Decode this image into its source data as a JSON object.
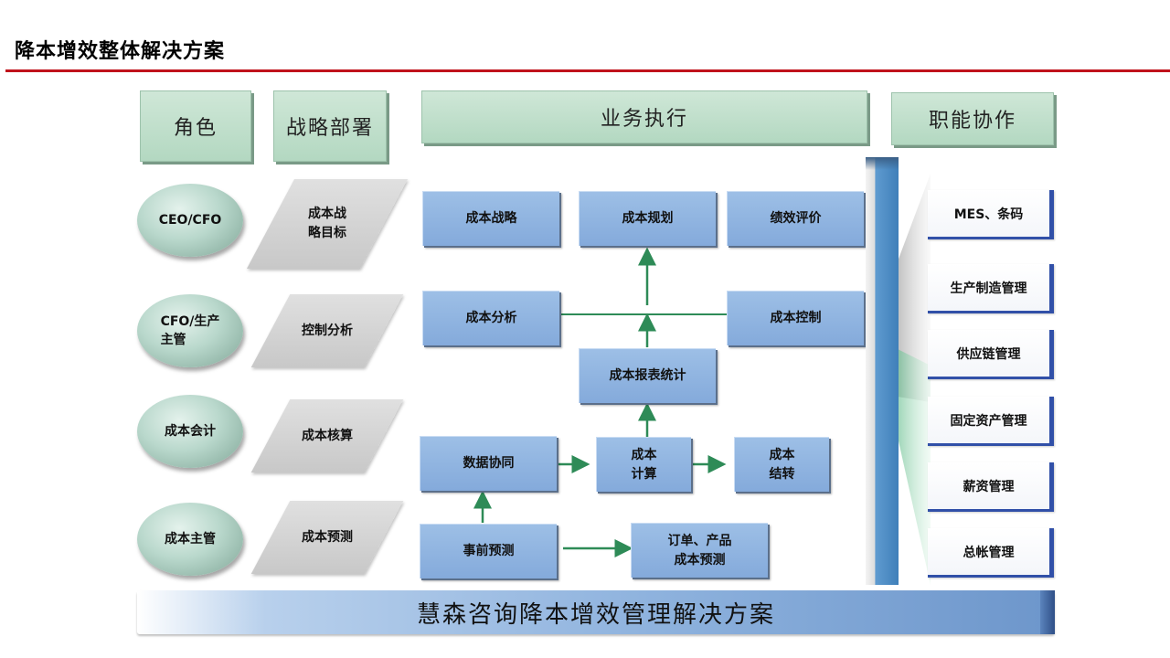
{
  "title": "降本增效整体解决方案",
  "headers": {
    "role": "角色",
    "strategy": "战略部署",
    "execution": "业务执行",
    "function": "职能协作"
  },
  "roles": [
    "CEO/CFO",
    "CFO/生产\n主管",
    "成本会计",
    "成本主管"
  ],
  "strategies": [
    "成本战\n略目标",
    "控制分析",
    "成本核算",
    "成本预测"
  ],
  "business": {
    "strategy": "成本战略",
    "planning": "成本规划",
    "evaluation": "绩效评价",
    "analysis": "成本分析",
    "control": "成本控制",
    "report": "成本报表统计",
    "data_sync": "数据协同",
    "calc": "成本\n计算",
    "transfer": "成本\n结转",
    "pre_forecast": "事前预测",
    "order_forecast": "订单、产品\n成本预测"
  },
  "functions": [
    "MES、条码",
    "生产制造管理",
    "供应链管理",
    "固定资产管理",
    "薪资管理",
    "总帐管理"
  ],
  "footer": "慧森咨询降本增效管理解决方案",
  "colors": {
    "accent_red": "#c0121b",
    "header_green": "#b3d8c1",
    "box_blue": "#8fb2df",
    "arrow_green": "#2e8b57",
    "function_border": "#3150a8"
  }
}
